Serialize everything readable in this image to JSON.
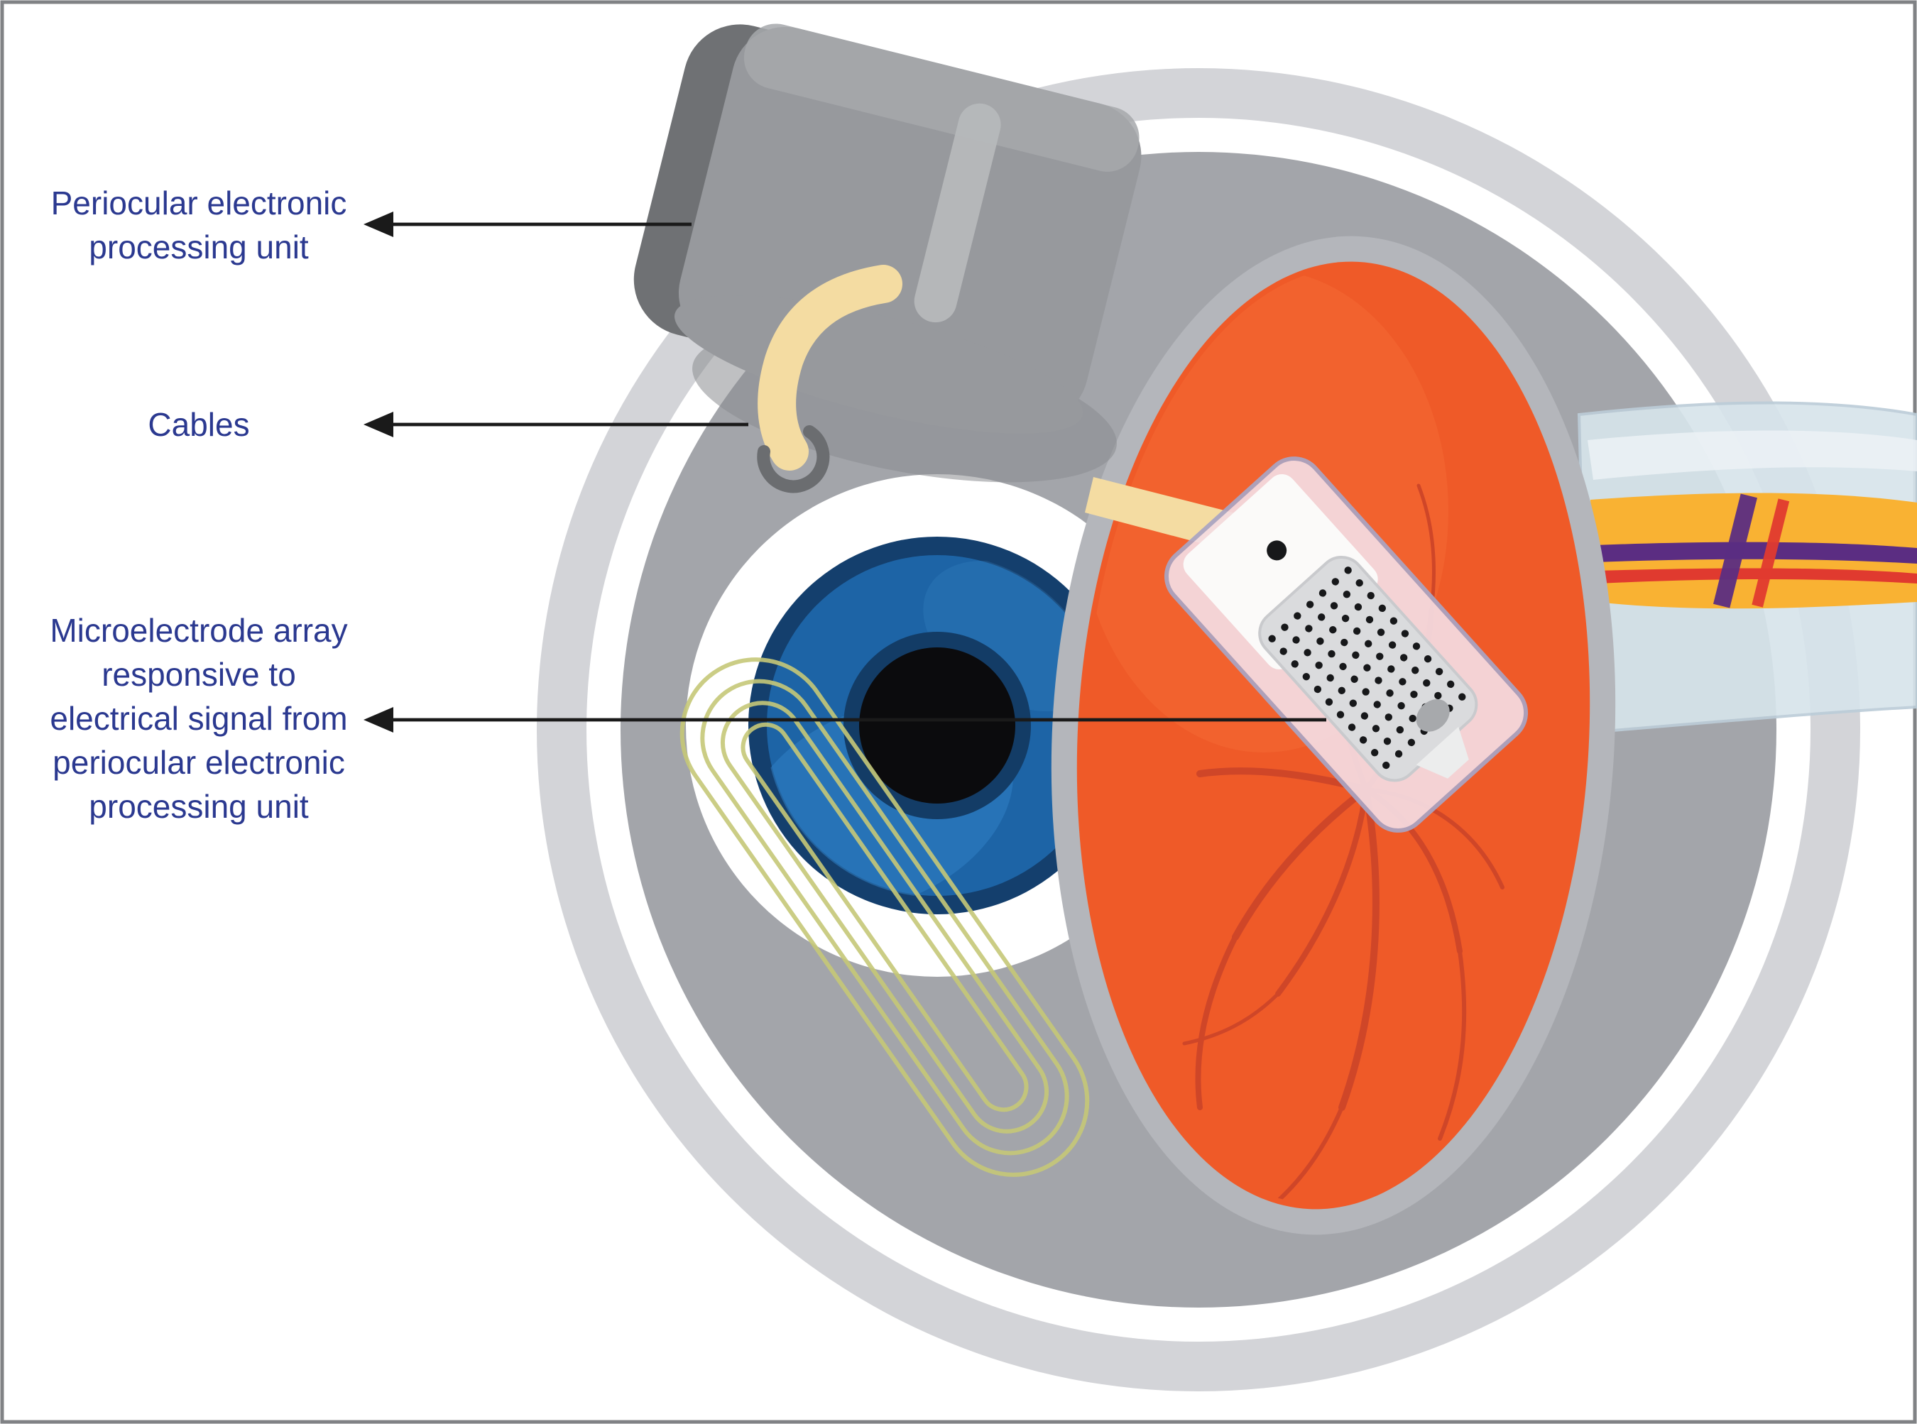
{
  "figure": {
    "type": "medical-diagram",
    "subject": "retinal-prosthesis-eye-cross-section",
    "label_color": "#2b3990",
    "border_color": "#808285",
    "labels": {
      "periocular_unit": {
        "lines": [
          "Periocular electronic",
          "processing unit"
        ]
      },
      "cables": {
        "lines": [
          "Cables"
        ]
      },
      "microelectrode_array": {
        "lines": [
          "Microelectrode array",
          "responsive to",
          "electrical signal from",
          "periocular electronic",
          "processing unit"
        ]
      }
    },
    "colors": {
      "background": "#ffffff",
      "halo": "#d3d4d8",
      "sclera": "#a3a5aa",
      "sclera_shadow": "#8b8d90",
      "iris_ring": "#143f6d",
      "iris": "#1d64a6",
      "iris_light": "#2f80c4",
      "pupil": "#0b0b0d",
      "retina": "#ef5a28",
      "retina_rim": "#b4b6bb",
      "vessel": "#cf4628",
      "vessel_dark": "#bd3e22",
      "cable": "#f4dca2",
      "cable_ring": "#6b6d70",
      "unit": "#97999d",
      "unit_dark": "#6f7174",
      "unit_light": "#b6b8bb",
      "implant_pink": "#f5dce2",
      "implant_stroke": "#a9a5c4",
      "implant_white": "#fbfaf9",
      "array_gray": "#dadbdd",
      "electrode_dot": "#17181a",
      "coil": "#c6c878",
      "nerve_sheath": "#d7e4eb",
      "nerve_yellow": "#f9b233",
      "nerve_purple": "#5b2d82",
      "nerve_red": "#e03a2f",
      "arrow": "#1a1a1a"
    }
  }
}
